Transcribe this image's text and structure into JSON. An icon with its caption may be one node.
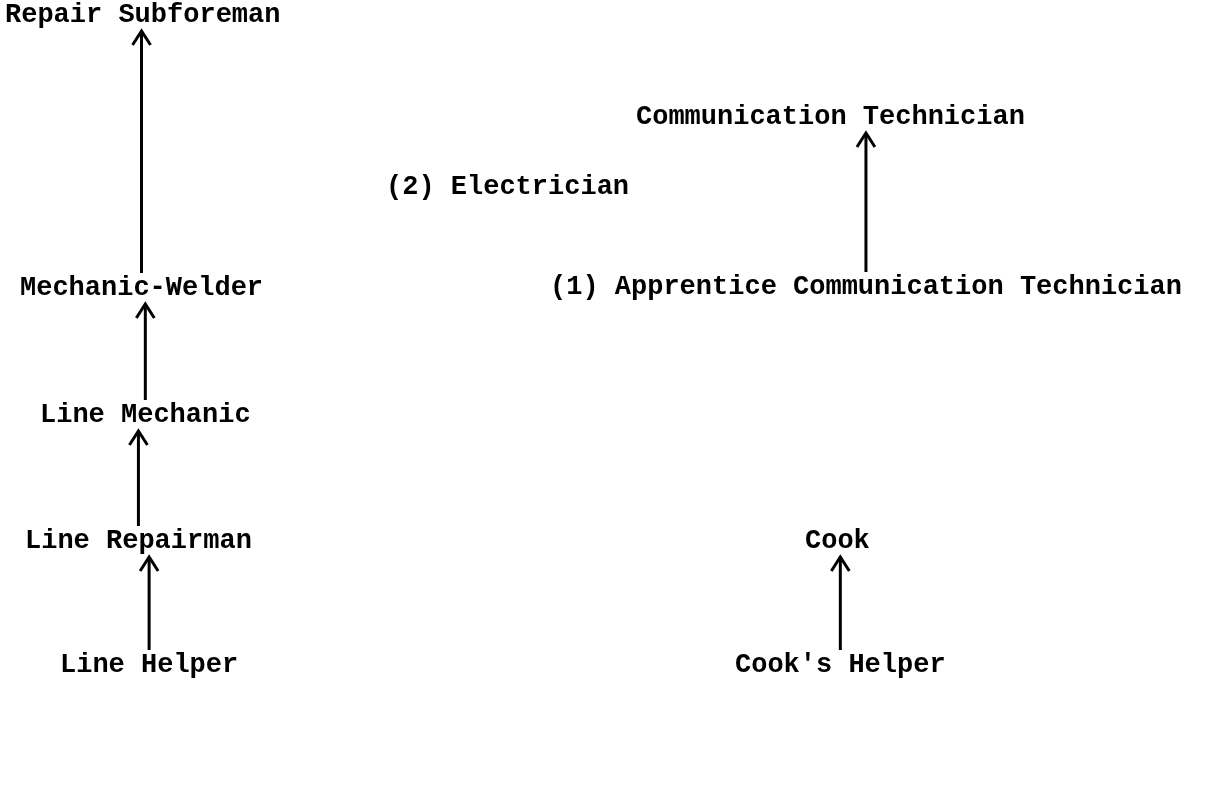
{
  "diagram": {
    "nodes": [
      {
        "text": [
          "Repair Subforeman"
        ]
      },
      {
        "text": [
          "Communication Technician"
        ]
      },
      {
        "text": [
          "Mechanic-Welder"
        ]
      },
      {
        "text": [
          "(1) Apprentice Communication Technician"
        ]
      },
      {
        "text": [
          "Line Mechanic"
        ]
      },
      {
        "text": [
          "Line Repairman"
        ]
      },
      {
        "text": [
          "Cook"
        ]
      },
      {
        "text": [
          "Line Helper"
        ]
      },
      {
        "text": [
          "Cook's Helper"
        ]
      }
    ],
    "edges": [
      {
        "from": 2,
        "to": 0,
        "arrow": "to"
      },
      {
        "from": 3,
        "to": 1,
        "arrow": "to"
      },
      {
        "from": 4,
        "to": 2,
        "arrow": "to"
      },
      {
        "from": 5,
        "to": 4,
        "arrow": "to"
      },
      {
        "from": 7,
        "to": 5,
        "arrow": "to"
      },
      {
        "from": 8,
        "to": 6,
        "arrow": "to"
      }
    ],
    "labels": [
      "(2) Electrician"
    ]
  }
}
